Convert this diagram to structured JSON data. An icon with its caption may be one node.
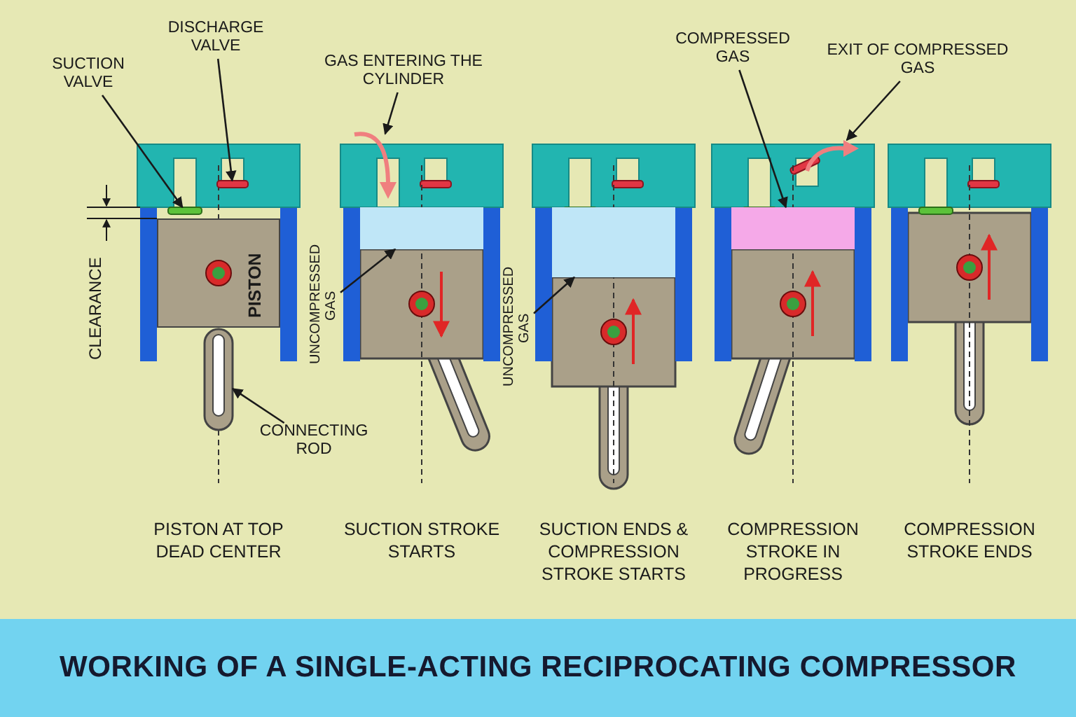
{
  "diagram": {
    "title": "WORKING OF A SINGLE-ACTING RECIPROCATING COMPRESSOR",
    "nodes": [
      {
        "text": [
          "SUCTION VALVE"
        ]
      },
      {
        "text": [
          "DISCHARGE VALVE"
        ]
      },
      {
        "text": [
          "PISTON"
        ]
      },
      {
        "text": [
          "CONNECTING ROD"
        ]
      },
      {
        "text": [
          "GAS ENTERING THE CYLINDER"
        ]
      },
      {
        "text": [
          "UNCOMPRESSED GAS"
        ]
      },
      {
        "text": [
          "UNCOMPRESSED GAS"
        ]
      },
      {
        "text": [
          "COMPRESSED GAS"
        ]
      },
      {
        "text": [
          "EXIT OF COMPRESSED GAS"
        ]
      },
      {
        "text": [],
        "shape": "bar"
      },
      {
        "text": [],
        "shape": "bar"
      },
      {
        "text": [],
        "shape": "bar"
      },
      {
        "text": [],
        "shape": "arrow"
      },
      {
        "text": [],
        "shape": "box"
      },
      {
        "text": [],
        "shape": "box"
      },
      {
        "text": [],
        "shape": "box"
      },
      {
        "text": [],
        "shape": "arrow"
      }
    ],
    "edges": [
      {
        "from": 0,
        "to": 9,
        "arrow": "to"
      },
      {
        "from": 1,
        "to": 10,
        "arrow": "to"
      },
      {
        "from": 3,
        "to": 11,
        "arrow": "to"
      },
      {
        "from": 4,
        "to": 12,
        "arrow": "to"
      },
      {
        "from": 5,
        "to": 13,
        "arrow": "to"
      },
      {
        "from": 6,
        "to": 14,
        "arrow": "to"
      },
      {
        "from": 7,
        "to": 15,
        "arrow": "to"
      },
      {
        "from": 8,
        "to": 16,
        "arrow": "to"
      }
    ],
    "labels": [
      "CLEARANCE",
      "PISTON AT TOP DEAD CENTER",
      "SUCTION STROKE STARTS",
      "SUCTION ENDS & COMPRESSION STROKE STARTS",
      "COMPRESSION STROKE IN PROGRESS",
      "COMPRESSION STROKE ENDS"
    ]
  }
}
